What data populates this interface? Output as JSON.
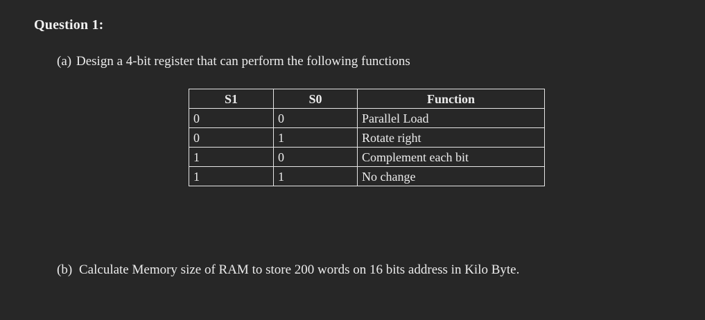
{
  "document": {
    "question_title": "Question 1:",
    "background_color": "#272727",
    "text_color": "#ececec",
    "border_color": "#e6e6e6"
  },
  "parts": {
    "a": {
      "label": "(a)",
      "text": "Design a 4-bit register that can perform the following functions"
    },
    "b": {
      "label": "(b)",
      "text": "Calculate Memory size of RAM to store 200 words on 16 bits address in Kilo Byte."
    }
  },
  "function_table": {
    "headers": [
      "S1",
      "S0",
      "Function"
    ],
    "rows": [
      {
        "s1": "0",
        "s0": "0",
        "function": "Parallel Load"
      },
      {
        "s1": "0",
        "s0": "1",
        "function": "Rotate right"
      },
      {
        "s1": "1",
        "s0": "0",
        "function": "Complement each bit"
      },
      {
        "s1": "1",
        "s0": "1",
        "function": "No change"
      }
    ]
  }
}
